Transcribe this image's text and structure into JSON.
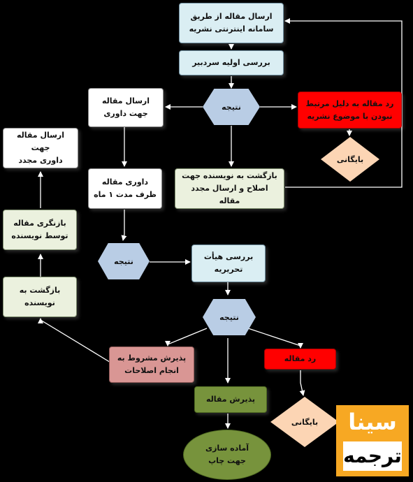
{
  "nodes": {
    "submit_online": "ارسال مقاله از طریق\nسامانه اینترنتی نشریه",
    "editor_review": "بررسی اولیه سردبیر",
    "result_1": "نتیجه",
    "send_for_review": "ارسال مقاله\nجهت داوری",
    "reject_unrelated": "رد مقاله به دلیل مرتبط\nنبودن با موضوع نشریه",
    "archive_1": "بایگانی",
    "return_for_revision": "بازگشت به نویسنده جهت\nاصلاح و ارسال مجدد مقاله",
    "resend_for_review": "ارسال مقاله جهت\nداوری مجدد",
    "peer_review": "داوری مقاله\nظرف مدت ۱ ماه",
    "author_revision": "بازنگری مقاله\nتوسط نویسنده",
    "result_2": "نتیجه",
    "board_review": "بررسی هیأت\nتحریریه",
    "return_to_author": "بازگشت به\nنویسنده",
    "result_3": "نتیجه",
    "conditional_accept": "پذیرش مشروط به\nانجام اصلاحات",
    "reject": "رد مقاله",
    "accept": "پذیرش مقاله",
    "archive_2": "بایگانی",
    "prepare_print": "آماده سازی\nجهت چاپ"
  },
  "logo": {
    "line1": "سینا",
    "line2": "ترجمه"
  },
  "colors": {
    "background": "#000000",
    "edge": "#ffffff",
    "light_blue": "#daeef3",
    "light_green": "#ebf1de",
    "red": "#ff0000",
    "pink": "#d99694",
    "green": "#77933c",
    "hexagon": "#b9cde5",
    "diamond": "#fcd5b4",
    "logo_orange": "#f7a823"
  }
}
